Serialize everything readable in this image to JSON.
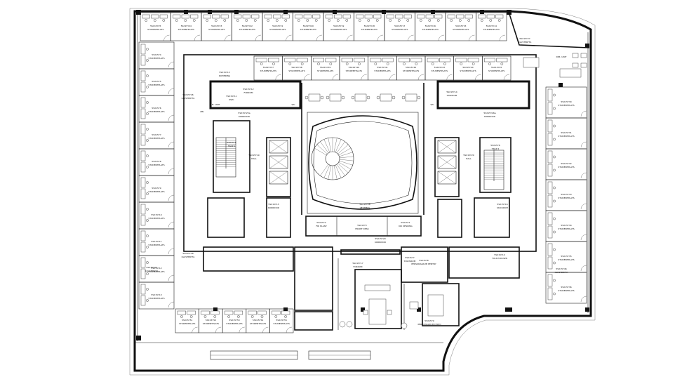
{
  "rooms": {
    "north_row": [
      {
        "code": "5SX15Y25",
        "name": "STUDENTPLATS"
      },
      {
        "code": "5SX15Y24",
        "name": "STUDENTPLATS"
      },
      {
        "code": "5SX15Y23",
        "name": "STUDENTPLATS"
      },
      {
        "code": "5SX15Y22",
        "name": "STUDENTPLATS"
      },
      {
        "code": "5SX15Y21",
        "name": "STUDENTPLATS"
      },
      {
        "code": "5SX15Y20",
        "name": "STUDENTPLATS"
      },
      {
        "code": "5SX15Y19",
        "name": "STUDENTPLATS"
      },
      {
        "code": "5SX15Y18",
        "name": "STUDENTPLATS"
      },
      {
        "code": "5SX15Y17",
        "name": "STUDENTPLATS"
      },
      {
        "code": "5SX15Y16",
        "name": "STUDENTPLATS"
      },
      {
        "code": "5SX15Y15",
        "name": "STUDENTPLATS"
      },
      {
        "code": "5SX15Y14",
        "name": "STUDENTPLATS"
      }
    ],
    "inner_north_row": [
      {
        "code": "5SX15Y37",
        "name": "STUDENTPLATS"
      },
      {
        "code": "5SX15Y38",
        "name": "STUDENTPLATS"
      },
      {
        "code": "5SX15Y39",
        "name": "STUDENTPLATS"
      },
      {
        "code": "5SX15Y40",
        "name": "STUDENTPLATS"
      },
      {
        "code": "5SX15Y41",
        "name": "STUDENTPLATS"
      },
      {
        "code": "5SX15Y42",
        "name": "STUDENTPLATS"
      },
      {
        "code": "5SX15Y43",
        "name": "STUDENTPLATS"
      },
      {
        "code": "5SX15Y44",
        "name": "STUDENTPLATS"
      },
      {
        "code": "5SX15Y45",
        "name": "STUDENTPLATS"
      }
    ],
    "west_column": [
      {
        "code": "5SX15Y4",
        "name": "STUDENTPLATS"
      },
      {
        "code": "5SX15Y5",
        "name": "STUDENTPLATS"
      },
      {
        "code": "5SX15Y6",
        "name": "STUDENTPLATS"
      },
      {
        "code": "5SX15Y7",
        "name": "STUDENTPLATS"
      },
      {
        "code": "5SX15Y8",
        "name": "STUDENTPLATS"
      },
      {
        "code": "5SX15Y9",
        "name": "STUDENTPLATS"
      },
      {
        "code": "5SX15Y10",
        "name": "STUDENTPLATS"
      },
      {
        "code": "5SX15Y11",
        "name": "STUDENTPLATS"
      },
      {
        "code": "5SX15Y12",
        "name": "STUDENTPLATS"
      },
      {
        "code": "5SX15Y13",
        "name": "STUDENTPLATS"
      }
    ],
    "east_column": [
      {
        "code": "5SX15Y30",
        "name": "STUDENTPLATS"
      },
      {
        "code": "5SX15Y31",
        "name": "STUDENTPLATS"
      },
      {
        "code": "5SX15Y32",
        "name": "STUDENTPLATS"
      },
      {
        "code": "5SX15Y33",
        "name": "STUDENTPLATS"
      },
      {
        "code": "5SX15Y34",
        "name": "STUDENTPLATS"
      },
      {
        "code": "5SX15Y35",
        "name": "STUDENTPLATS"
      },
      {
        "code": "5SX15Y36",
        "name": "STUDENTPLATS"
      }
    ],
    "south_row": [
      {
        "code": "5SX15Y51",
        "name": "STUDENTPLATS"
      },
      {
        "code": "5SX15Y52",
        "name": "STUDENTPLATS"
      },
      {
        "code": "5SX15Y53",
        "name": "STUDENTPLATS"
      },
      {
        "code": "5SX15Y54",
        "name": "STUDENTPLATS"
      },
      {
        "code": "5SX15Y55",
        "name": "STUDENTPLATS"
      }
    ],
    "central": [
      {
        "code": "5SX15Y28",
        "name": "VESTIBUL"
      },
      {
        "code": "5SX15Y2",
        "name": "FRI PLASP"
      },
      {
        "code": "5SX15Y3",
        "name": "FRONT DESK"
      },
      {
        "code": "5SX15Y1",
        "name": "KKI DESKING"
      },
      {
        "code": "5SX15Y29",
        "name": "KORRIDOR"
      },
      {
        "code": "5SX15Y25a",
        "name": "KORRIDOR"
      },
      {
        "code": "5SX15Y26a",
        "name": "KORRIDOR"
      },
      {
        "code": "5SX15Y19",
        "name": "HALL"
      },
      {
        "code": "5SX15Y20",
        "name": "HALL"
      },
      {
        "code": "5SX15Y5",
        "name": "TRAP 1"
      },
      {
        "code": "5SX15Y6",
        "name": "TRAP 2"
      },
      {
        "code": "5SX15Y17",
        "name": "FORRUM"
      },
      {
        "code": "5SX15Y18",
        "name": "KLUSTERYTA"
      },
      {
        "code": "5SX15Y8",
        "name": "PERSONALRUM PENTRY"
      },
      {
        "code": "5SX15Y9",
        "name": "PERSONALRUM DISPO"
      },
      {
        "code": "5SX15Y7",
        "name": "STADSRUM"
      },
      {
        "code": "5SX15Y10",
        "name": "TOUCH-DOWN"
      },
      {
        "code": "5SX15Y11",
        "name": "RWC"
      },
      {
        "code": "5SX15Y12",
        "name": "FORRUM"
      },
      {
        "code": "5SX15Y13",
        "name": "KOPIERING"
      },
      {
        "code": "5SX15Y14",
        "name": "STADRUM"
      },
      {
        "code": "5SX15Y15",
        "name": "KORRIDOR"
      },
      {
        "code": "5SX15Y16",
        "name": "SKICKRUM"
      }
    ],
    "corner_labels": [
      {
        "code": "5SX15Y26",
        "name": "KLUSTERYTA"
      },
      {
        "code": "5SX15Y27",
        "name": "KLUSTERYTA"
      },
      {
        "code": "5SX15Y46",
        "name": "KLUSTERYTA"
      },
      {
        "code": "5SX15Y47",
        "name": "KLUSTERYTA"
      }
    ]
  },
  "labels": {
    "dim_unit": "DIM. UNIT",
    "abl": "ABL",
    "wc": "WC"
  }
}
